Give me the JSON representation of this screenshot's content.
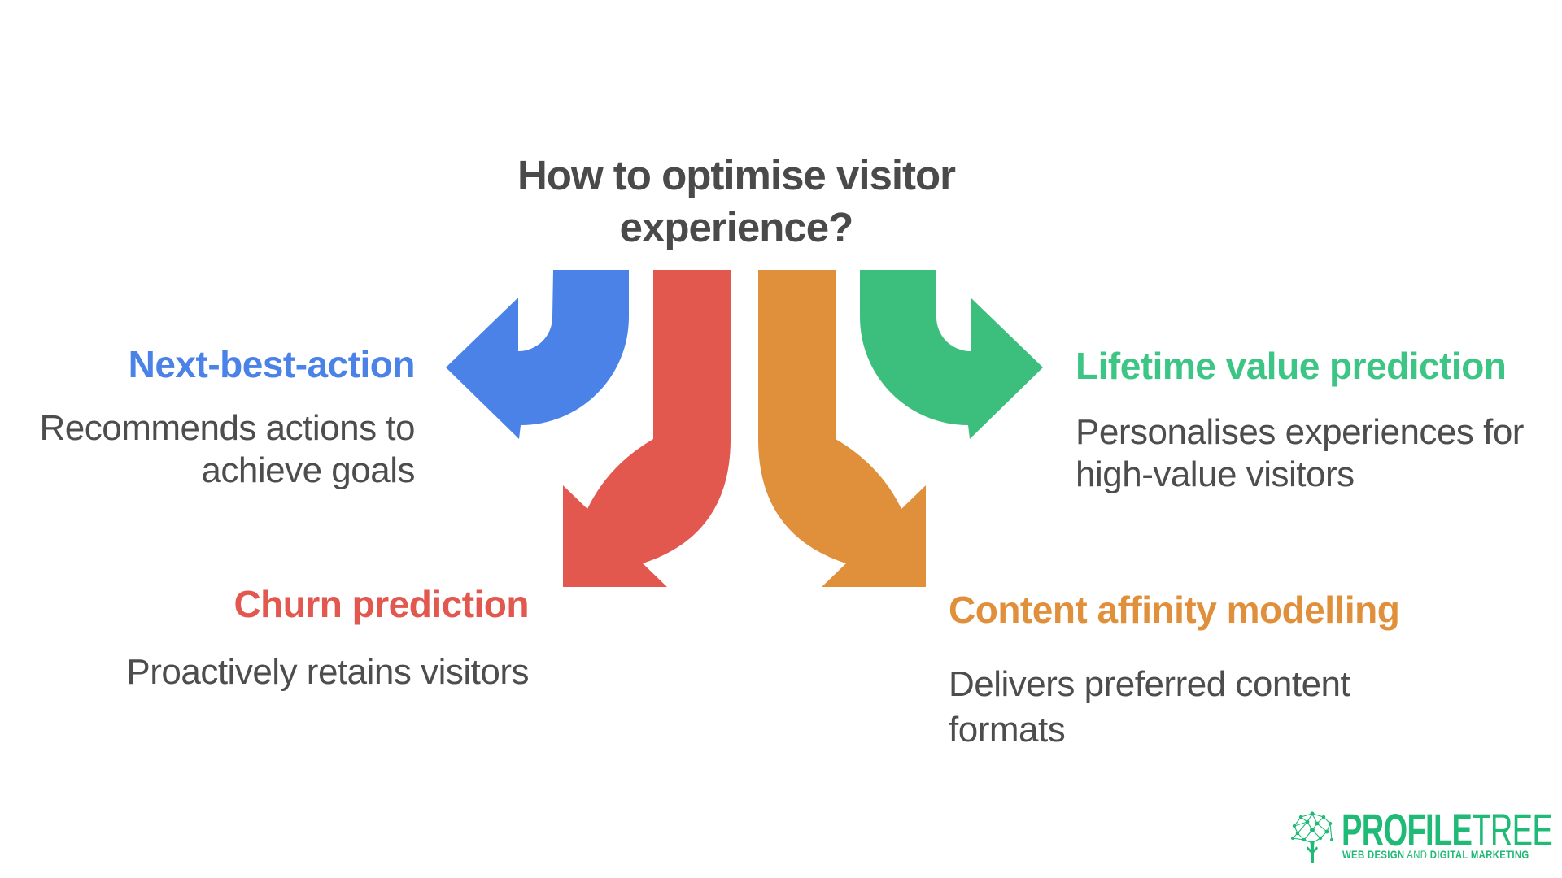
{
  "title": {
    "line1": "How to optimise visitor",
    "line2": "experience?"
  },
  "items": [
    {
      "id": "next-best-action",
      "label": "Next-best-action",
      "description": "Recommends actions to achieve goals",
      "desc_lines": {
        "0": "Recommends actions to",
        "1": "achieve goals"
      },
      "color": "#4a82e8",
      "arrow_direction": "left"
    },
    {
      "id": "churn-prediction",
      "label": "Churn prediction",
      "description": "Proactively retains visitors",
      "desc_lines": {
        "0": "Proactively retains visitors"
      },
      "color": "#e2574e",
      "arrow_direction": "down-left"
    },
    {
      "id": "content-affinity-modelling",
      "label": "Content affinity modelling",
      "description": "Delivers preferred content formats",
      "desc_lines": {
        "0": "Delivers preferred content",
        "1": "formats"
      },
      "color": "#e08f3b",
      "arrow_direction": "down-right"
    },
    {
      "id": "lifetime-value-prediction",
      "label": "Lifetime value prediction",
      "description": "Personalises experiences for high-value visitors",
      "desc_lines": {
        "0": "Personalises experiences for",
        "1": "high-value visitors"
      },
      "color": "#3cc584",
      "arrow_direction": "right"
    }
  ],
  "arrows": {
    "blue": "#4a82e8",
    "red": "#e2574e",
    "orange": "#e08f3b",
    "green": "#3cbf7d"
  },
  "text_colors": {
    "title": "#4a4a4a",
    "body": "#4d4d4d"
  },
  "logo": {
    "word_bold": "PROFILE",
    "word_light": "TREE",
    "tagline_bold1": "WEB DESIGN",
    "tagline_light": " AND ",
    "tagline_bold2": "DIGITAL MARKETING",
    "color": "#1fba75"
  }
}
